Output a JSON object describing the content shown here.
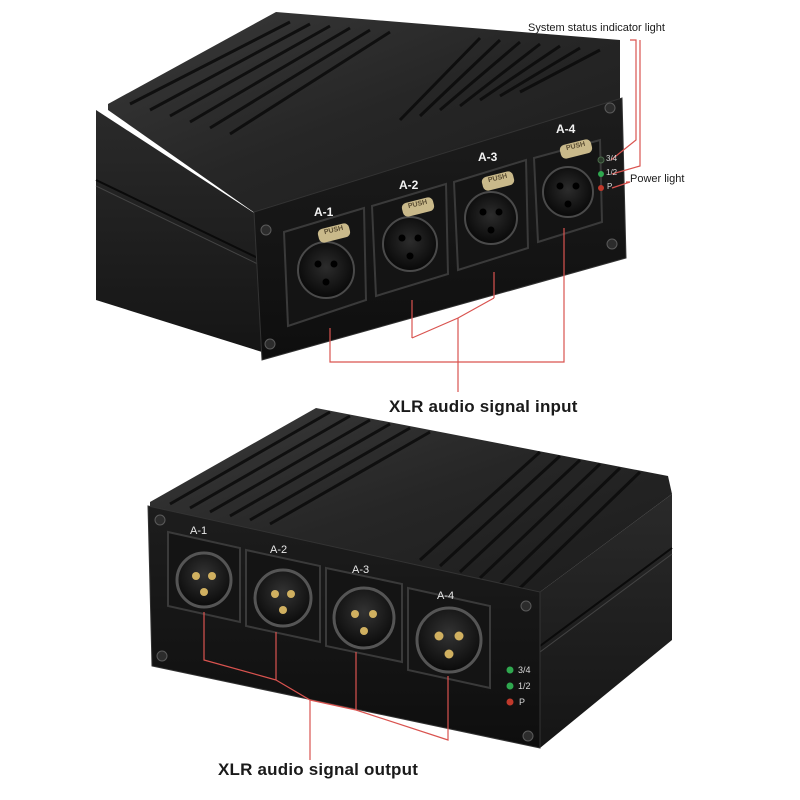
{
  "callouts": {
    "status_light": "System status indicator light",
    "power_light": "Power light",
    "input_label": "XLR audio signal input",
    "output_label": "XLR audio signal output"
  },
  "top_unit": {
    "channels": [
      "A-1",
      "A-2",
      "A-3",
      "A-4"
    ],
    "push_label": "PUSH",
    "led_labels": [
      "3/4",
      "1/2",
      "P"
    ]
  },
  "bottom_unit": {
    "channels": [
      "A-1",
      "A-2",
      "A-3",
      "A-4"
    ],
    "led_labels": [
      "3/4",
      "1/2",
      "P"
    ]
  },
  "colors": {
    "annotation_line": "#d9534f",
    "led_green": "#2fa84f",
    "led_red": "#c0392b",
    "housing": "#1a1a1a"
  }
}
